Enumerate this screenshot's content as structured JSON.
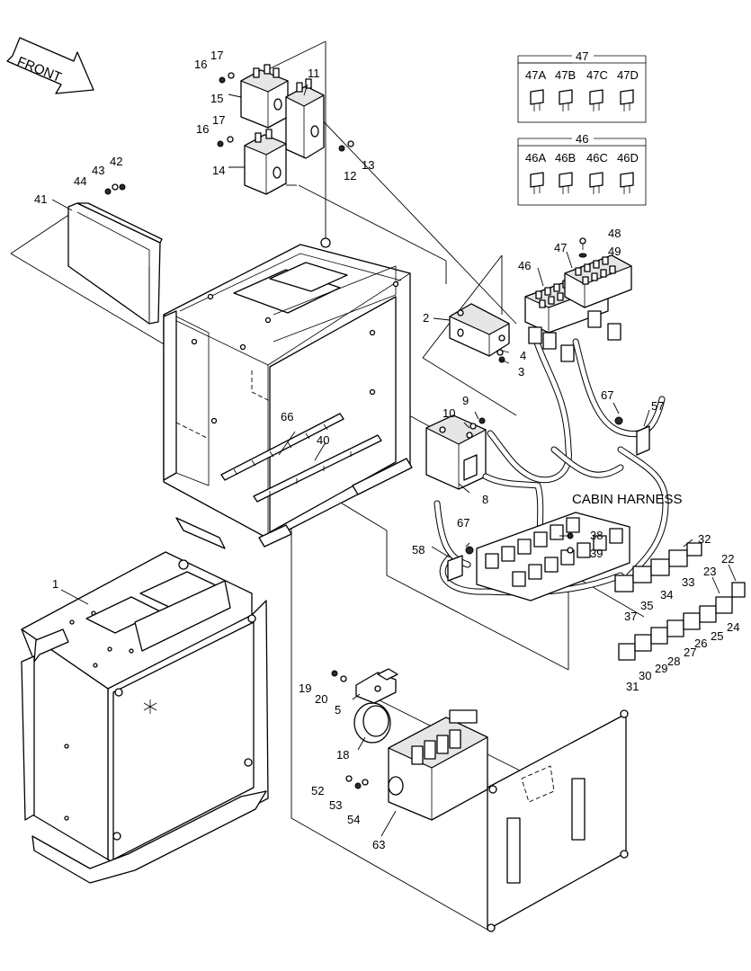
{
  "diagram": {
    "front_label": "FRONT",
    "harness_label": "CABIN HARNESS",
    "callouts": {
      "c1": "1",
      "c2": "2",
      "c3": "3",
      "c4": "4",
      "c5": "5",
      "c8": "8",
      "c9": "9",
      "c10": "10",
      "c11": "11",
      "c12": "12",
      "c13": "13",
      "c14": "14",
      "c15": "15",
      "c16a": "16",
      "c16b": "16",
      "c17a": "17",
      "c17b": "17",
      "c18": "18",
      "c19": "19",
      "c20": "20",
      "c22": "22",
      "c23": "23",
      "c24": "24",
      "c25": "25",
      "c26": "26",
      "c27": "27",
      "c28": "28",
      "c29": "29",
      "c30": "30",
      "c31": "31",
      "c32": "32",
      "c33": "33",
      "c34": "34",
      "c35": "35",
      "c37": "37",
      "c38": "38",
      "c39": "39",
      "c40": "40",
      "c41": "41",
      "c42": "42",
      "c43": "43",
      "c44": "44",
      "c46box": "46",
      "c46": "46",
      "c47box": "47",
      "c47": "47",
      "c48": "48",
      "c49": "49",
      "c52": "52",
      "c53": "53",
      "c54": "54",
      "c57": "57",
      "c58": "58",
      "c63": "63",
      "c66": "66",
      "c67a": "67",
      "c67b": "67"
    },
    "fuse_kit_47": [
      "47A",
      "47B",
      "47C",
      "47D"
    ],
    "fuse_kit_46": [
      "46A",
      "46B",
      "46C",
      "46D"
    ]
  }
}
